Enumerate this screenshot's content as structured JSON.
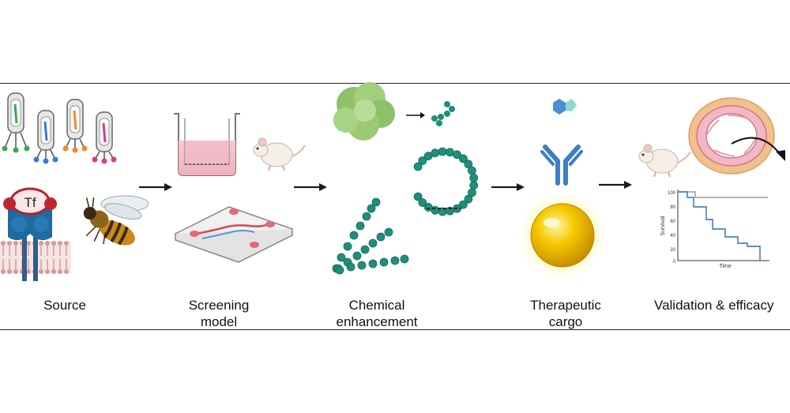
{
  "stages": [
    {
      "label": "Source"
    },
    {
      "label": "Screening\nmodel"
    },
    {
      "label": "Chemical\nenhancement"
    },
    {
      "label": "Therapeutic\ncargo"
    },
    {
      "label": "Validation & efficacy"
    }
  ],
  "transferrin_label": "Tf",
  "survival_plot": {
    "ylabel": "Survival",
    "xlabel": "Time",
    "yticks": [
      "100",
      "80",
      "60",
      "40",
      "20",
      "0"
    ]
  },
  "colors": {
    "arrow": "#1a1a1a",
    "bead": "#1f8f7a",
    "gold": "#f2c200",
    "antibody": "#3c7fc4",
    "membrane": "#d89a9a",
    "survival_line": "#2f6fb0",
    "control_line": "#888888"
  }
}
